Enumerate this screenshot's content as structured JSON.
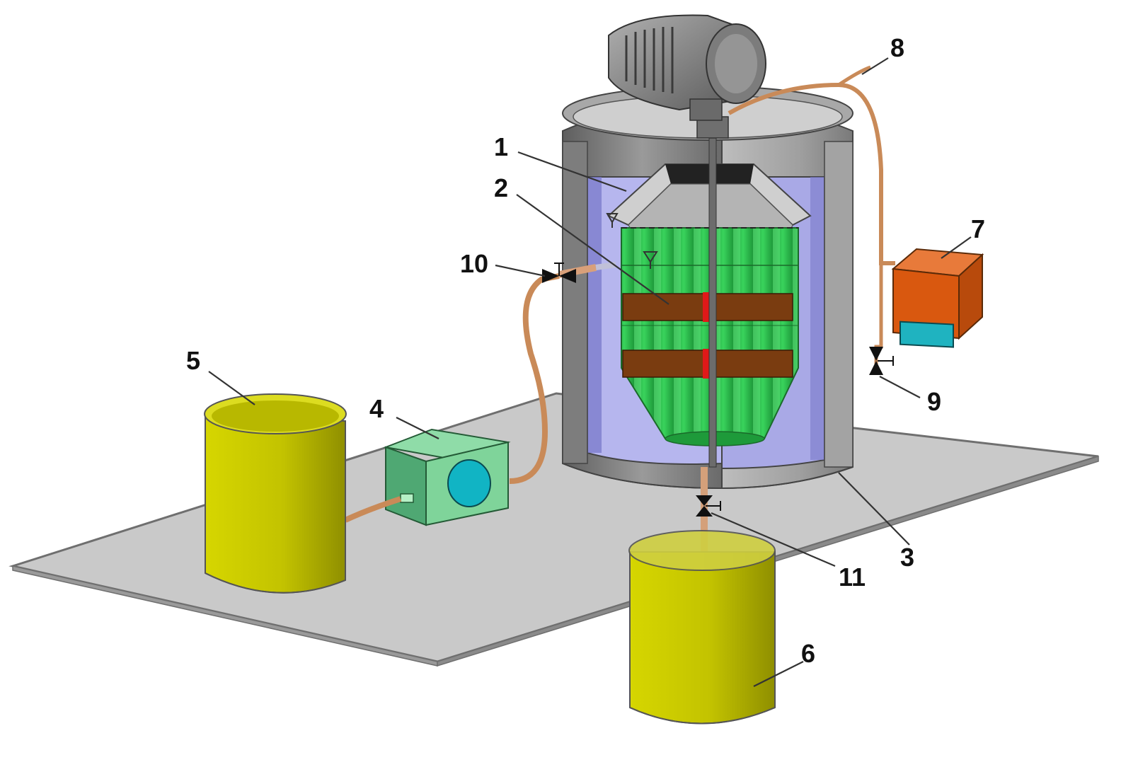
{
  "diagram": {
    "callouts": [
      {
        "id": "1",
        "text": "1"
      },
      {
        "id": "2",
        "text": "2"
      },
      {
        "id": "3",
        "text": "3"
      },
      {
        "id": "4",
        "text": "4"
      },
      {
        "id": "5",
        "text": "5"
      },
      {
        "id": "6",
        "text": "6"
      },
      {
        "id": "7",
        "text": "7"
      },
      {
        "id": "8",
        "text": "8"
      },
      {
        "id": "9",
        "text": "9"
      },
      {
        "id": "10",
        "text": "10"
      },
      {
        "id": "11",
        "text": "11"
      }
    ],
    "colors": {
      "platform": "#c7c7c7",
      "vessel": "#8c8c8c",
      "water": "#b9b9f0",
      "basket": "#2bbf4a",
      "electrode": "#7a3c10",
      "contact": "#e01919",
      "pump": "#7fd49a",
      "pump_window": "#11b4c4",
      "controller": "#d9580f",
      "controller_screen": "#1fb3c0",
      "tank": "#c5c500",
      "pipe": "#d49a6a",
      "motor": "#8a8a8a"
    }
  }
}
